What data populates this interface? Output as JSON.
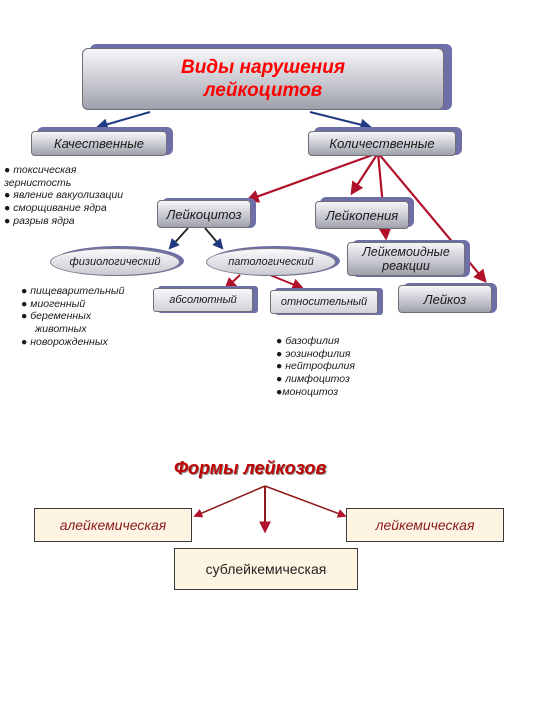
{
  "title": {
    "line1": "Виды нарушения",
    "line2": "лейкоцитов"
  },
  "qualitative": {
    "label": "Качественные",
    "items": [
      "● токсическая",
      "зернистость",
      "● явление вакуолизации",
      "● сморщивание ядра",
      "● разрыв ядра"
    ]
  },
  "quantitative": {
    "label": "Количественные"
  },
  "leukocytosis": {
    "label": "Лейкоцитоз",
    "physiological": {
      "label": "физиологический",
      "items": [
        "● пищеварительный",
        "● миогенный",
        "● беременных",
        "животных",
        "● новорожденных"
      ]
    },
    "pathological": {
      "label": "патологический",
      "absolute": "абсолютный",
      "relative": "относительный",
      "items": [
        "● базофилия",
        "● эозинофилия",
        "● нейтрофилия",
        "● лимфоцитоз",
        "●моноцитоз"
      ]
    }
  },
  "leukopenia": {
    "label": "Лейкопения"
  },
  "leukemoid": {
    "line1": "Лейкемоидные",
    "line2": "реакции"
  },
  "leukosis": {
    "label": "Лейкоз"
  },
  "forms": {
    "title": "Формы лейкозов",
    "aleukemic": "алейкемическая",
    "leukemic": "лейкемическая",
    "subleukemic": "сублейкемическая"
  },
  "colors": {
    "blue_arrow": "#1f3a80",
    "red_arrow": "#b0102a",
    "title_red": "#ff0000",
    "box_fill": "#fdf4e3"
  }
}
